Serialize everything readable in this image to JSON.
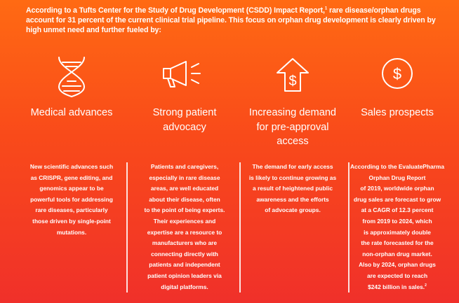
{
  "intro": {
    "text_before_sup": "According to a Tufts Center for the Study of Drug Development (CSDD) Impact Report,",
    "sup": "1",
    "text_after_sup": " rare disease/orphan drugs account for 31 percent of the current clinical trial pipeline. This focus on orphan drug development is clearly driven by high unmet need and further fueled by:"
  },
  "columns": [
    {
      "icon": "dna-helix-icon",
      "heading": "Medical advances",
      "body": "New scientific advances such\nas CRISPR, gene editing, and\ngenomics appear to be\npowerful tools for addressing\nrare diseases, particularly\nthose driven by single-point\nmutations."
    },
    {
      "icon": "megaphone-icon",
      "heading": "Strong patient\nadvocacy",
      "body": "Patients and caregivers,\nespecially in rare disease\nareas, are well educated\nabout their disease, often\nto the point of being experts.\nTheir experiences and\nexpertise are a resource to\nmanufacturers who are\nconnecting directly with\npatients and independent\npatient opinion leaders via\ndigital platforms."
    },
    {
      "icon": "dollar-up-arrow-icon",
      "heading": "Increasing demand\nfor pre-approval\naccess",
      "body": "The demand for early access\nis likely to continue growing as\na result of heightened public\nawareness and the efforts\nof advocate groups."
    },
    {
      "icon": "dollar-circle-icon",
      "heading": "Sales prospects",
      "body_main": "According to the EvaluatePharma\nOrphan Drug Report\nof 2019, worldwide orphan\ndrug sales are forecast to grow\nat a CAGR of 12.3 percent\nfrom 2019 to 2024, which\nis approximately double\nthe rate forecasted for the\nnon-orphan drug market.\nAlso by 2024, orphan drugs\nare expected to reach\n$242 billion in sales.",
      "body_sup": "2"
    }
  ],
  "colors": {
    "background_top": "#ff6a13",
    "background_bottom": "#f0302a",
    "text": "#ffffff"
  }
}
